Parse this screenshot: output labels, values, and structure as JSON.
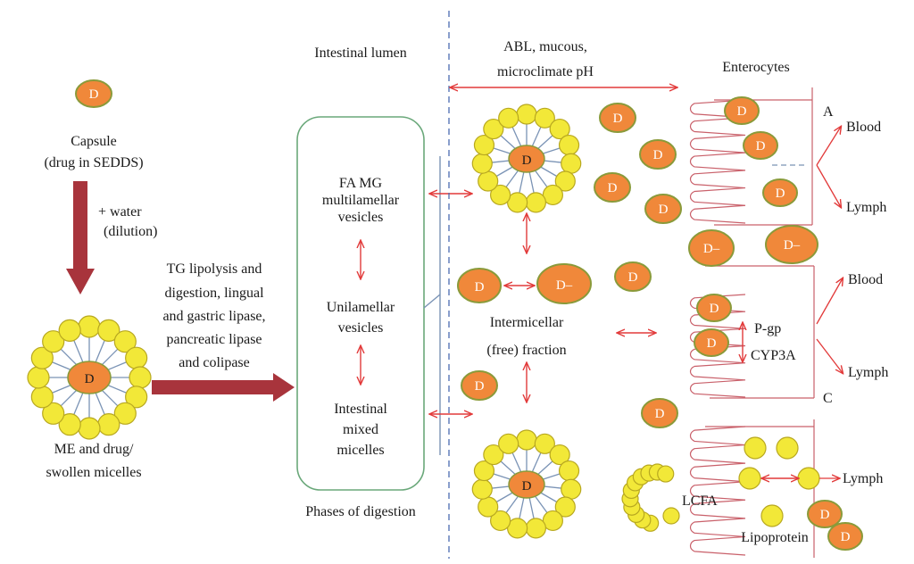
{
  "labels": {
    "capsule": "Capsule",
    "capsule_sub": "(drug in SEDDS)",
    "water": "+ water",
    "dilution": "(dilution)",
    "me_drug_1": "ME and drug/",
    "me_drug_2": "swollen micelles",
    "tg_1": "TG lipolysis and",
    "tg_2": "digestion, lingual",
    "tg_3": "and gastric lipase,",
    "tg_4": "pancreatic lipase",
    "tg_5": "and colipase",
    "lumen": "Intestinal lumen",
    "fa_mg_1": "FA MG",
    "fa_mg_2": "multilamellar",
    "fa_mg_3": "vesicles",
    "unilamellar_1": "Unilamellar",
    "unilamellar_2": "vesicles",
    "mixed_1": "Intestinal",
    "mixed_2": "mixed",
    "mixed_3": "micelles",
    "phases": "Phases of digestion",
    "abl_1": "ABL, mucous,",
    "abl_2": "microclimate pH",
    "intermicellar_1": "Intermicellar",
    "intermicellar_2": "(free) fraction",
    "enterocytes": "Enterocytes",
    "a": "A",
    "c": "C",
    "blood_a": "Blood",
    "lymph_a": "Lymph",
    "blood_b": "Blood",
    "lymph_b": "Lymph",
    "lymph_c": "Lymph",
    "pgp": "P-gp",
    "cyp3a": "CYP3A",
    "lcfa": "LCFA",
    "lipoprotein": "Lipoprotein",
    "drug": "D",
    "drug_ion": "D–"
  },
  "colors": {
    "drug_fill": "#f0883a",
    "drug_stroke": "#8a9a3a",
    "lipid_fill": "#f2e838",
    "lipid_stroke": "#b8a820",
    "tail": "#7a93b5",
    "red_arrow": "#e23a3a",
    "big_arrow": "#a8343c",
    "green_box": "#6aa87a",
    "dashed": "#4a6bb0",
    "membrane": "#c9606a"
  }
}
